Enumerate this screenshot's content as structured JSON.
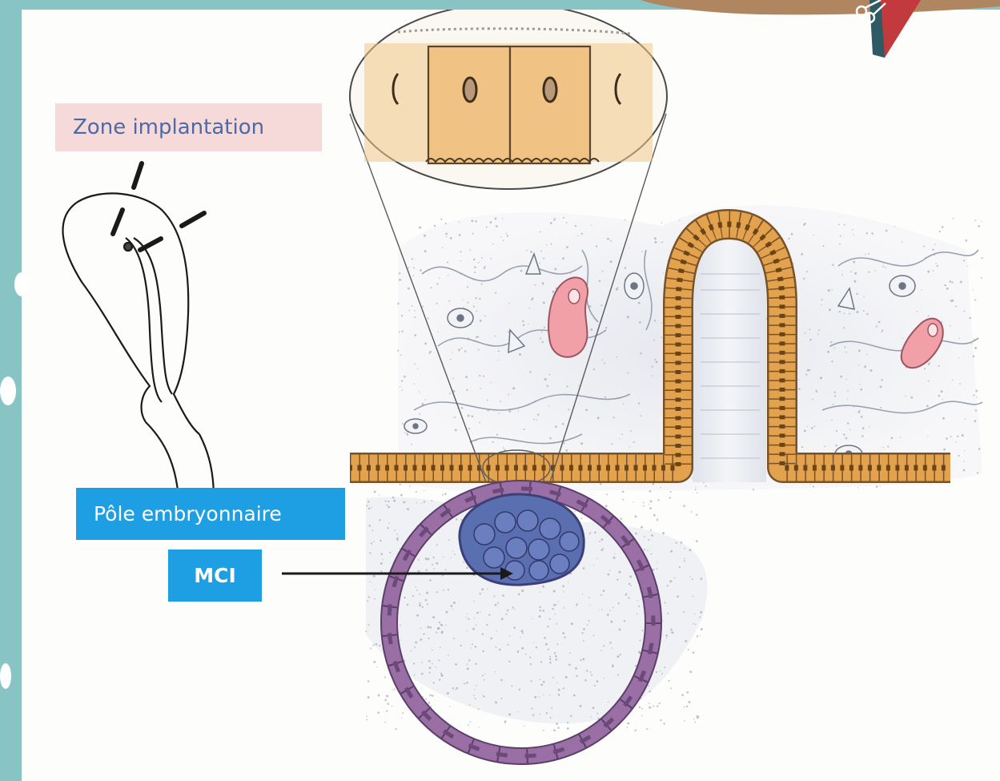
{
  "labels": {
    "zone_implantation": "Zone implantation",
    "pole_embryonnaire": "Pôle embryonnaire",
    "mci": "MCI"
  },
  "icons": {
    "corner_badge": "scissors-icon"
  },
  "colors": {
    "side_frame": "#89c4c4",
    "zone_label_bg": "#f6d9d9",
    "zone_label_text": "#4e6aa6",
    "blue_label_bg": "#1e9ee3",
    "epithelium_cell": "#e2a24e",
    "blastocyst_ring": "#8a5f96",
    "inner_cell_mass": "#5a6fb0",
    "vessel_pink": "#f2a0a8",
    "corner_brown": "#b08660",
    "corner_red": "#c23a3e"
  }
}
